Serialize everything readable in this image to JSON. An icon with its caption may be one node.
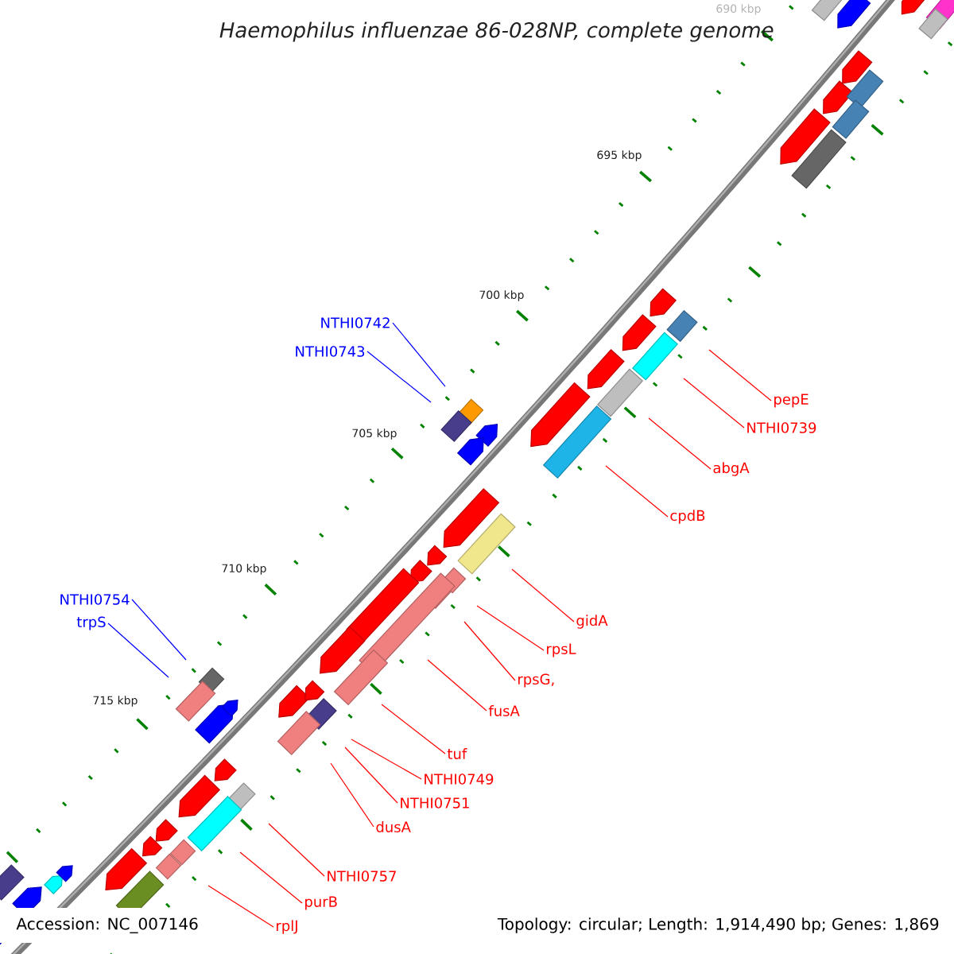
{
  "diagram": {
    "title": "Haemophilus influenzae 86-028NP, complete genome",
    "nodes": [
      {
        "text": [
          "NTHI0742"
        ]
      },
      {
        "text": [
          "NTHI0743"
        ]
      },
      {
        "text": [
          "pepE"
        ]
      },
      {
        "text": [
          "NTHI0739"
        ]
      },
      {
        "text": [
          "abgA"
        ]
      },
      {
        "text": [
          "cpdB"
        ]
      },
      {
        "text": [
          "NTHI0754"
        ]
      },
      {
        "text": [
          "trpS"
        ]
      },
      {
        "text": [
          "gidA"
        ]
      },
      {
        "text": [
          "rpsL"
        ]
      },
      {
        "text": [
          "rpsG,"
        ]
      },
      {
        "text": [
          "fusA"
        ]
      },
      {
        "text": [
          "tuf"
        ]
      },
      {
        "text": [
          "NTHI0749"
        ]
      },
      {
        "text": [
          "NTHI0751"
        ]
      },
      {
        "text": [
          "dusA"
        ]
      },
      {
        "text": [
          "NTHI0757"
        ]
      },
      {
        "text": [
          "purB"
        ]
      },
      {
        "text": [
          "rplJ"
        ]
      }
    ],
    "edges": [
      {
        "from": 0,
        "to": null,
        "arrow": "none",
        "color": "#0000ff"
      },
      {
        "from": 1,
        "to": null,
        "arrow": "none",
        "color": "#0000ff"
      },
      {
        "from": 2,
        "to": null,
        "arrow": "none"
      },
      {
        "from": 3,
        "to": null,
        "arrow": "none"
      },
      {
        "from": 4,
        "to": null,
        "arrow": "none"
      },
      {
        "from": 5,
        "to": null,
        "arrow": "none"
      },
      {
        "from": 6,
        "to": null,
        "arrow": "none",
        "color": "#0000ff"
      },
      {
        "from": 7,
        "to": null,
        "arrow": "none",
        "color": "#0000ff"
      },
      {
        "from": 8,
        "to": null,
        "arrow": "none"
      },
      {
        "from": 9,
        "to": null,
        "arrow": "none"
      },
      {
        "from": 10,
        "to": null,
        "arrow": "none"
      },
      {
        "from": 11,
        "to": null,
        "arrow": "none"
      },
      {
        "from": 12,
        "to": null,
        "arrow": "none"
      },
      {
        "from": 13,
        "to": null,
        "arrow": "none"
      },
      {
        "from": 14,
        "to": null,
        "arrow": "none"
      },
      {
        "from": 15,
        "to": null,
        "arrow": "none"
      },
      {
        "from": 16,
        "to": null,
        "arrow": "none"
      },
      {
        "from": 17,
        "to": null,
        "arrow": "none"
      },
      {
        "from": 18,
        "to": null,
        "arrow": "none"
      }
    ],
    "labels": [
      "690 kbp",
      "695 kbp",
      "700 kbp",
      "705 kbp",
      "710 kbp",
      "715 kbp",
      "Accession: NC_007146",
      "Topology: circular; Length: 1,914,490 bp; Genes: 1,869"
    ]
  }
}
